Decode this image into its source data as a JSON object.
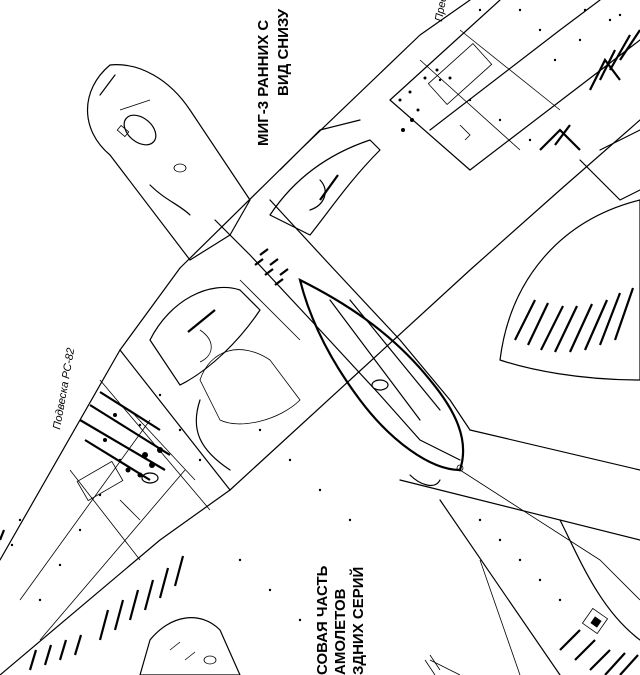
{
  "labels": {
    "top_title_line1": "МИГ-3 РАННИХ С",
    "top_title_line2": "ВИД СНИЗУ",
    "top_right_fragment": "Прес",
    "rocket_label": "Подвеска РС-82",
    "bottom_title_line1": "СОВАЯ ЧАСТЬ",
    "bottom_title_line2": "АМОЛЕТОВ",
    "bottom_title_line3": "ЗДНИХ СЕРИЙ"
  },
  "colors": {
    "ink": "#000000",
    "paper": "#ffffff"
  }
}
